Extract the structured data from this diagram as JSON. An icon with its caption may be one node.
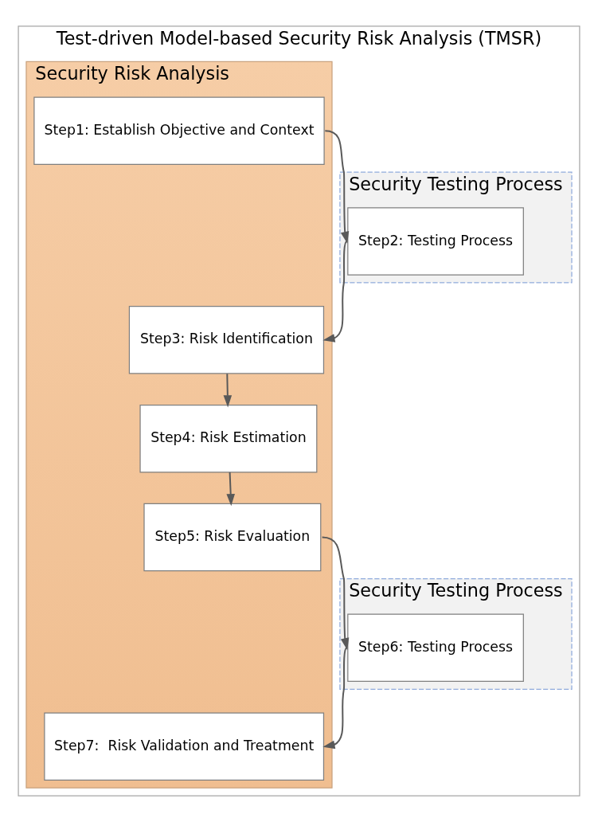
{
  "diagram": {
    "nodes": [
      {
        "text": [
          "Test-driven Model-based Security Risk Analysis (TMSR)"
        ]
      },
      {
        "text": [
          "Security Risk Analysis"
        ],
        "in": 0
      },
      {
        "text": [
          "Step1: Establish Objective and Context"
        ],
        "in": 1
      },
      {
        "text": [
          "Security Testing Process"
        ],
        "in": 0
      },
      {
        "text": [
          "Step2: Testing Process"
        ],
        "in": 3
      },
      {
        "text": [
          "Step3: Risk Identification"
        ],
        "in": 1
      },
      {
        "text": [
          "Step4: Risk Estimation"
        ],
        "in": 1
      },
      {
        "text": [
          "Step5: Risk Evaluation"
        ],
        "in": 1
      },
      {
        "text": [
          "Security Testing Process"
        ],
        "in": 0
      },
      {
        "text": [
          "Step6: Testing Process"
        ],
        "in": 8
      },
      {
        "text": [
          "Step7:  Risk Validation and Treatment"
        ],
        "in": 1
      }
    ],
    "edges": [
      {
        "from": 2,
        "to": 4,
        "arrow": "to"
      },
      {
        "from": 4,
        "to": 5,
        "arrow": "to"
      },
      {
        "from": 5,
        "to": 6,
        "arrow": "to"
      },
      {
        "from": 6,
        "to": 7,
        "arrow": "to"
      },
      {
        "from": 7,
        "to": 9,
        "arrow": "to"
      },
      {
        "from": 9,
        "to": 10,
        "arrow": "to"
      }
    ]
  }
}
